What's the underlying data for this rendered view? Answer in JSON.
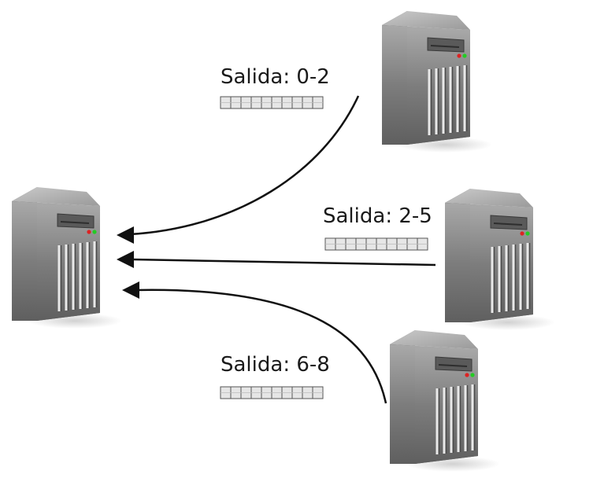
{
  "diagram": {
    "labels": {
      "flow_1": "Salida: 0-2",
      "flow_2": "Salida: 2-5",
      "flow_3": "Salida: 6-8"
    },
    "icons": {
      "receiver": "server-tower-icon",
      "sender_1": "server-tower-icon",
      "sender_2": "server-tower-icon",
      "sender_3": "server-tower-icon"
    },
    "colors": {
      "server_body": "#8a8a8a",
      "server_side": "#4a4a4a",
      "arrow": "#111111",
      "buffer_fill": "#e6e6e6"
    }
  }
}
